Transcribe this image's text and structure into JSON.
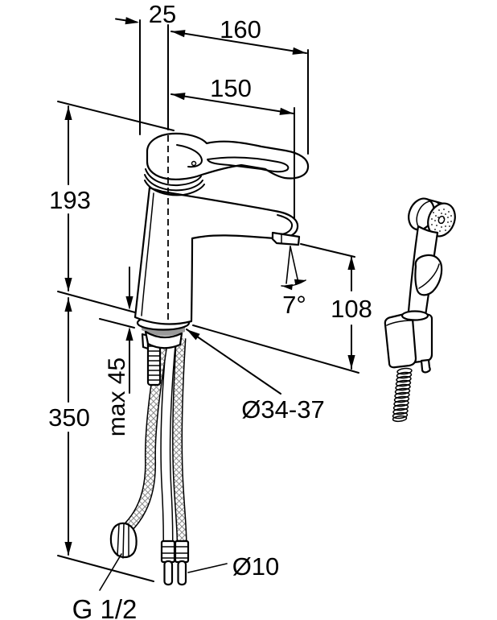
{
  "drawing": {
    "background_color": "#ffffff",
    "line_color": "#000000",
    "washer_color": "#999999",
    "dimensions": {
      "handle_offset": "25",
      "handle_reach": "160",
      "spout_reach": "150",
      "body_height": "193",
      "spout_angle": "7°",
      "spout_height": "108",
      "deck_thickness": "max 45",
      "hose_length": "350",
      "hole_diameter": "Ø34-37",
      "tail_pipe_diameter": "Ø10",
      "hose_thread": "G 1/2"
    }
  }
}
